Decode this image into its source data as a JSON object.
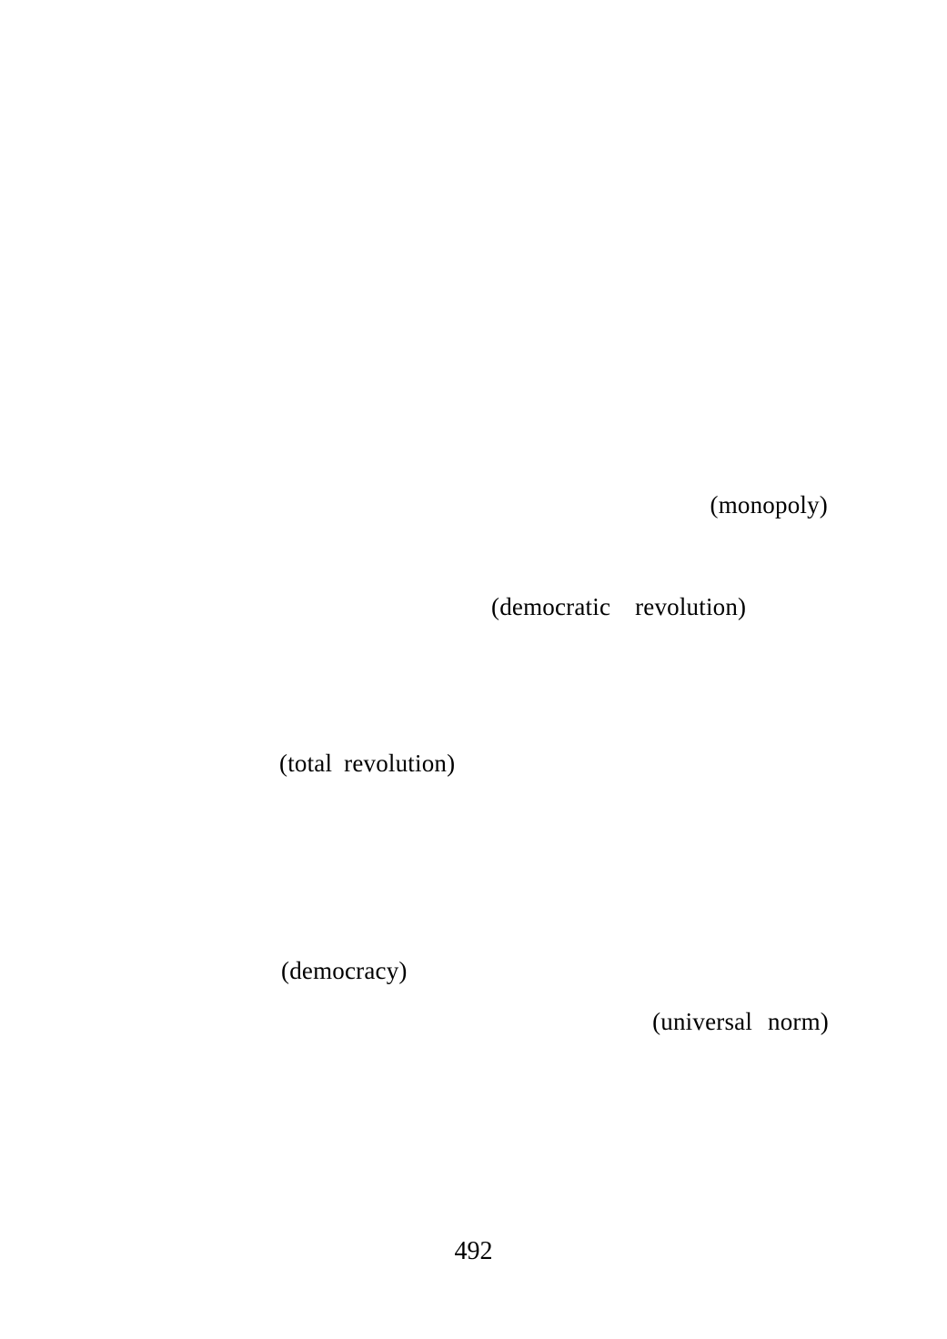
{
  "terms": {
    "monopoly": "(monopoly)",
    "democratic_revolution": "(democratic revolution)",
    "total_revolution": "(total revolution)",
    "democracy": "(democracy)",
    "universal_norm": "(universal norm)"
  },
  "footer": {
    "page_number": "492"
  }
}
